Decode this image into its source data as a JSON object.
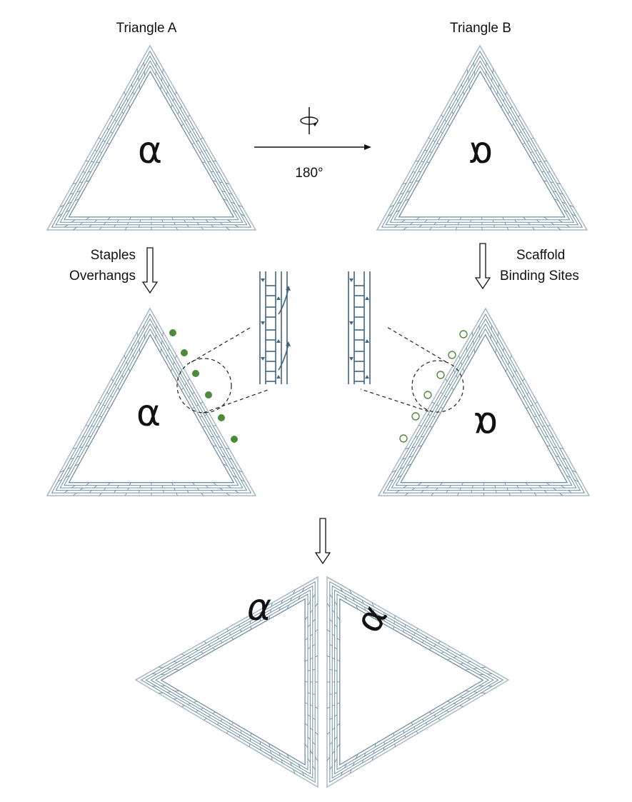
{
  "labels": {
    "triangle_a": "Triangle A",
    "triangle_b": "Triangle B",
    "rotation": "180°",
    "staples_line1": "Staples",
    "staples_line2": "Overhangs",
    "scaffold_line1": "Scaffold",
    "scaffold_line2": "Binding Sites"
  },
  "glyphs": {
    "top_a": "α",
    "top_b": "α",
    "mid_a": "α",
    "mid_b": "α",
    "bottom_a": "α",
    "bottom_b": "α"
  },
  "icons": {
    "rotate": "rotate-axis-icon",
    "arrow_right": "arrow-right-icon",
    "arrow_down": "hollow-arrow-down-icon"
  },
  "colors": {
    "helix": "#6f8fa6",
    "helix_light": "#c9d7e2",
    "overhang_fill": "#4f8a3a",
    "binding_stroke": "#4f8a3a",
    "detail_strand": "#3f6584",
    "text": "#111111"
  }
}
